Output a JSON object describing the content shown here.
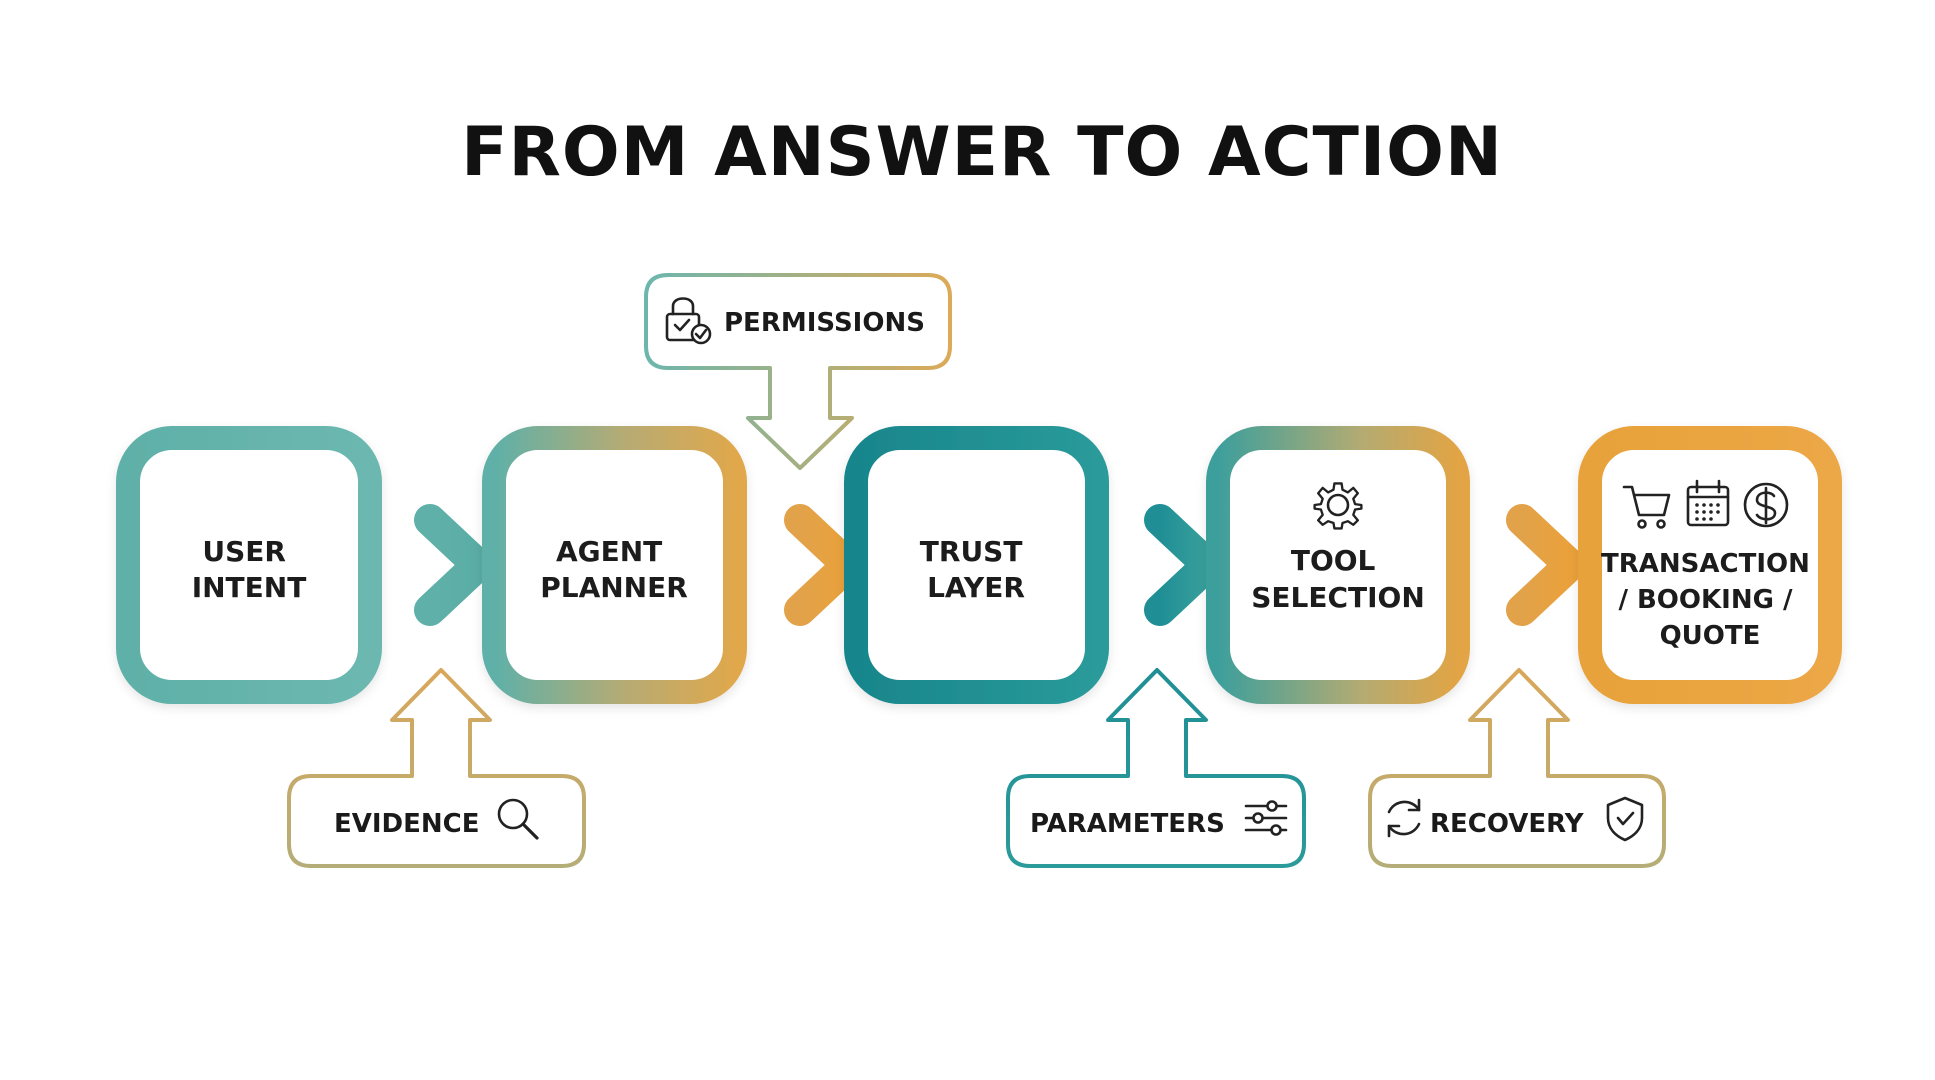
{
  "title": "FROM ANSWER TO ACTION",
  "colors": {
    "teal": "#5fb0a8",
    "teal_dark": "#1f8f95",
    "gold": "#d9a85a",
    "orange": "#e8a23a"
  },
  "nodes": [
    {
      "id": "user-intent",
      "lines": [
        "USER",
        "INTENT"
      ]
    },
    {
      "id": "agent-planner",
      "lines": [
        "AGENT",
        "PLANNER"
      ]
    },
    {
      "id": "trust-layer",
      "lines": [
        "TRUST",
        "LAYER"
      ]
    },
    {
      "id": "tool-selection",
      "lines": [
        "TOOL",
        "SELECTION"
      ],
      "icons": [
        "gear-icon"
      ]
    },
    {
      "id": "transaction",
      "lines": [
        "TRANSACTION",
        "/ BOOKING /",
        "QUOTE"
      ],
      "icons": [
        "cart-icon",
        "calendar-icon",
        "dollar-icon"
      ]
    }
  ],
  "callouts": [
    {
      "id": "permissions",
      "label": "PERMISSIONS",
      "icon": "lock-check-icon"
    },
    {
      "id": "evidence",
      "label": "EVIDENCE",
      "icon": "magnifier-icon"
    },
    {
      "id": "parameters",
      "label": "PARAMETERS",
      "icon": "sliders-icon"
    },
    {
      "id": "recovery",
      "label": "RECOVERY",
      "icon": "refresh-icon",
      "icon2": "shield-check-icon"
    }
  ]
}
